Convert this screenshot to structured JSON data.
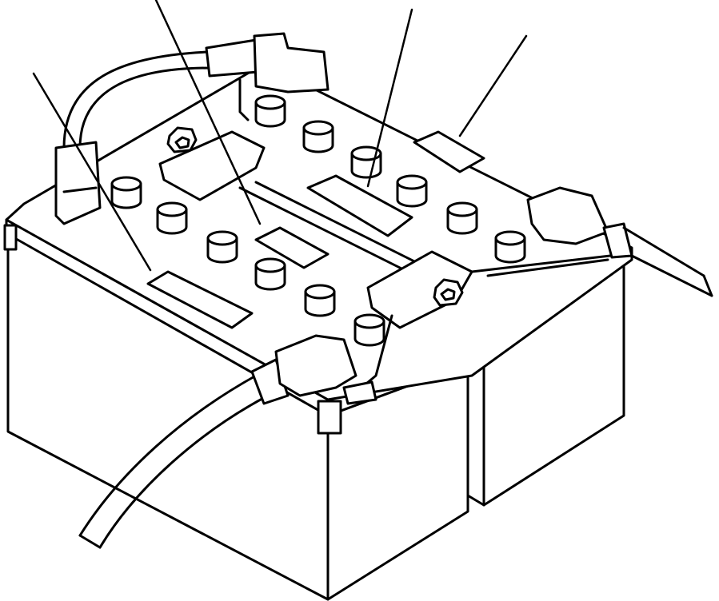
{
  "figure": {
    "description_visible_text": "",
    "line_color": "#000000",
    "background_color": "#ffffff"
  },
  "callouts": [
    {
      "id": "leader-1"
    },
    {
      "id": "leader-2"
    },
    {
      "id": "leader-3"
    },
    {
      "id": "leader-4"
    }
  ]
}
